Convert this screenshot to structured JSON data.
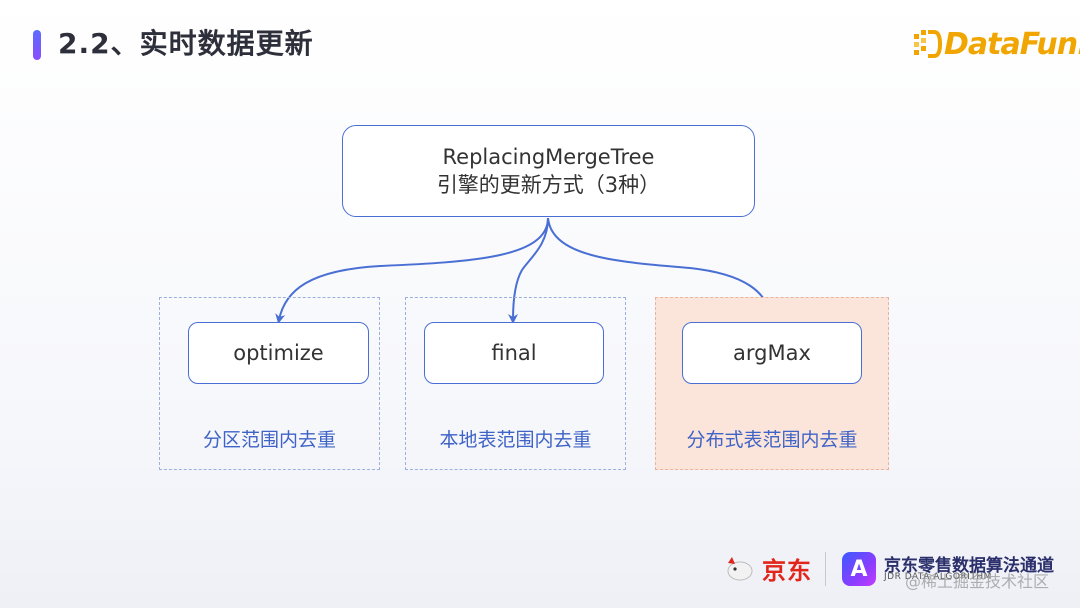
{
  "slide": {
    "title": "2.2、实时数据更新"
  },
  "logo": {
    "text": "DataFun.",
    "color": "#f0a500"
  },
  "diagram": {
    "root": {
      "line1": "ReplacingMergeTree",
      "line2": "引擎的更新方式（3种）"
    },
    "branches": [
      {
        "node": "optimize",
        "caption": "分区范围内去重",
        "highlighted": false
      },
      {
        "node": "final",
        "caption": "本地表范围内去重",
        "highlighted": false
      },
      {
        "node": "argMax",
        "caption": "分布式表范围内去重",
        "highlighted": true
      }
    ],
    "colors": {
      "border": "#4a6fd4",
      "caption": "#3f63c6",
      "highlight_fill": "#fbe5db"
    }
  },
  "footer": {
    "brand": "京东",
    "channel_name": "京东零售数据算法通道",
    "channel_sub": "JDR DATA ALGORITHM",
    "watermark": "@稀土掘金技术社区"
  }
}
